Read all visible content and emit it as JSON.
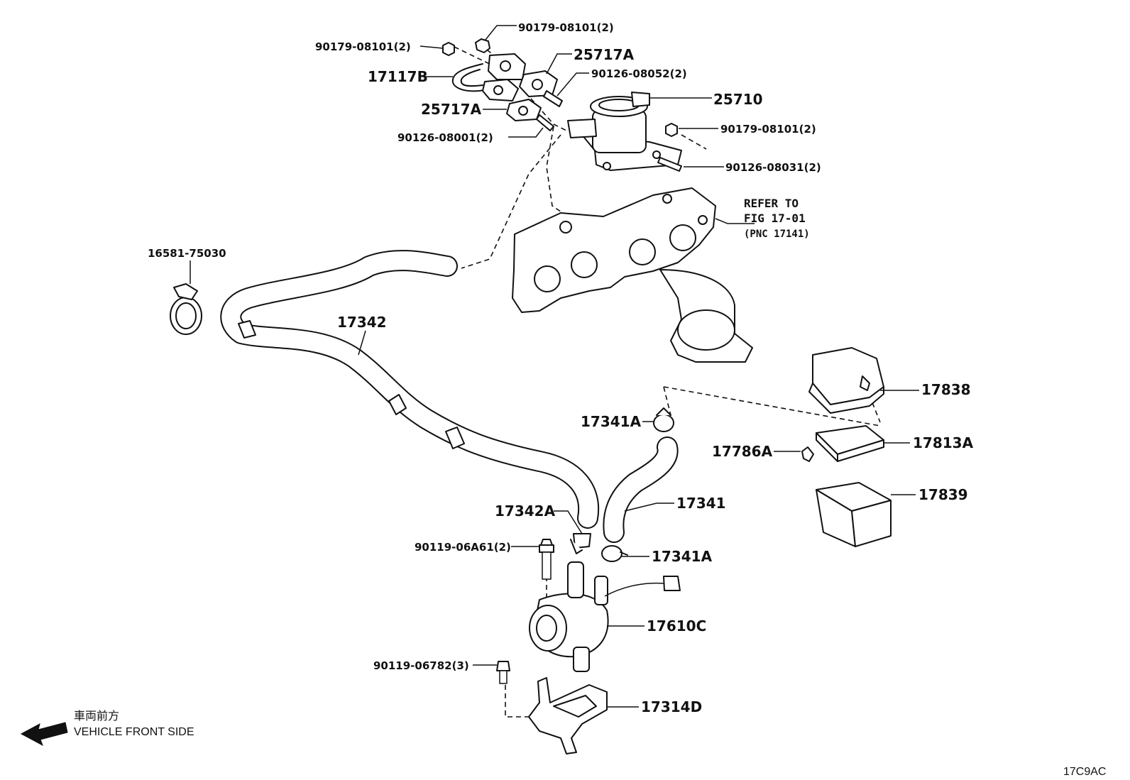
{
  "labels": {
    "bolt_90179_top": "90179-08101(2)",
    "bolt_90179_left": "90179-08101(2)",
    "part_25717A_top": "25717A",
    "part_17117B": "17117B",
    "stud_90126_08052": "90126-08052(2)",
    "part_25717A_mid": "25717A",
    "part_25710": "25710",
    "stud_90126_08001": "90126-08001(2)",
    "bolt_90179_right": "90179-08101(2)",
    "stud_90126_08031": "90126-08031(2)",
    "refer_line1": "REFER TO",
    "refer_line2": "FIG 17-01",
    "refer_line3": "(PNC 17141)",
    "clamp_16581": "16581-75030",
    "hose_17342": "17342",
    "part_17838": "17838",
    "clamp_17341A_top": "17341A",
    "part_17813A": "17813A",
    "clip_17786A": "17786A",
    "part_17839": "17839",
    "hose_17341": "17341",
    "clamp_17342A": "17342A",
    "bolt_90119_06A61": "90119-06A61(2)",
    "clamp_17341A_bottom": "17341A",
    "pump_17610C": "17610C",
    "bolt_90119_06782": "90119-06782(3)",
    "bracket_17314D": "17314D"
  },
  "orientation": {
    "japanese": "車両前方",
    "english": "VEHICLE FRONT SIDE"
  },
  "figure_code": "17C9AC"
}
